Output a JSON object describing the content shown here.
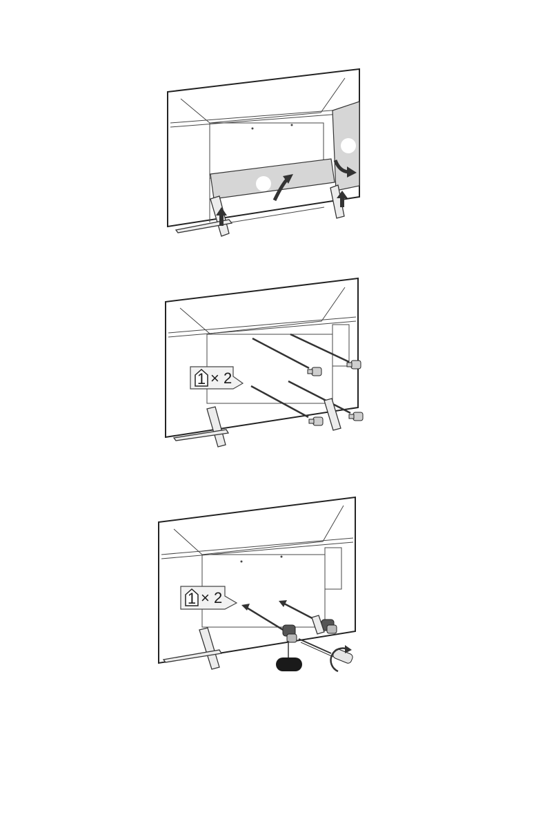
{
  "figures": [
    {
      "id": "step-remove-covers",
      "step_markers": [
        "",
        ""
      ]
    },
    {
      "id": "step-remove-screws",
      "parts_callout": {
        "part_number": "1",
        "quantity_text": "× 2"
      }
    },
    {
      "id": "step-attach-parts",
      "parts_callout": {
        "part_number": "1",
        "quantity_text": "× 2"
      },
      "tool_label": ""
    }
  ],
  "icons": [
    "curved-arrow-icon",
    "up-arrow-icon",
    "screw-icon",
    "screwdriver-icon",
    "rotate-arrow-icon",
    "part-number-icon"
  ],
  "colors": {
    "line": "#222222",
    "cover_fill": "#d6d6d6",
    "arrow": "#333333",
    "badge": "#1a1a1a"
  }
}
